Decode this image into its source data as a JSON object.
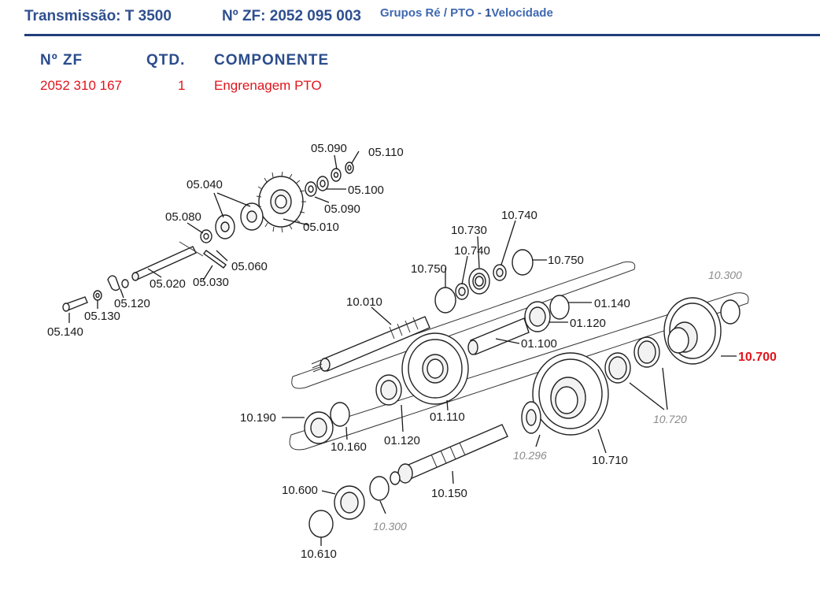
{
  "header": {
    "transmission": "Transmissão: T 3500",
    "zf_number": "Nº ZF: 2052 095 003",
    "group_prefix": "Grupos Ré / PTO - ",
    "group_highlight": "1",
    "group_suffix": "Velocidade"
  },
  "table": {
    "headers": {
      "zf": "Nº ZF",
      "qty": "QTD.",
      "component": "COMPONENTE"
    },
    "row": {
      "zf": "2052 310 167",
      "qty": "1",
      "component": "Engrenagem PTO"
    }
  },
  "labels": {
    "l05090": "05.090",
    "l05110": "05.110",
    "l05040": "05.040",
    "l05100": "05.100",
    "l05090b": "05.090",
    "l05080": "05.080",
    "l05010": "05.010",
    "l05060": "05.060",
    "l05020": "05.020",
    "l05030": "05.030",
    "l05120": "05.120",
    "l05130": "05.130",
    "l05140": "05.140",
    "l10740a": "10.740",
    "l10730": "10.730",
    "l10740b": "10.740",
    "l10750a": "10.750",
    "l10750b": "10.750",
    "l10300a": "10.300",
    "l10010": "10.010",
    "l01140": "01.140",
    "l01120a": "01.120",
    "l01100": "01.100",
    "l10700": "10.700",
    "l10190": "10.190",
    "l10160": "10.160",
    "l01120b": "01.120",
    "l01110": "01.110",
    "l10296": "10.296",
    "l10720": "10.720",
    "l10710": "10.710",
    "l10600": "10.600",
    "l10150": "10.150",
    "l10300b": "10.300",
    "l10610": "10.610"
  },
  "colors": {
    "header_blue": "#2f4f8f",
    "rule_blue": "#213d7a",
    "highlight_red": "#e0141c",
    "grey_label": "#8a8a8a"
  }
}
